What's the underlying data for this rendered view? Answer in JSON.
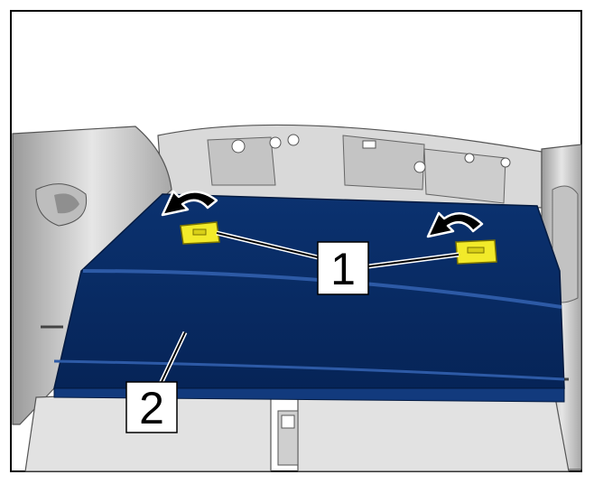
{
  "figure": {
    "callouts": [
      {
        "id": "1",
        "label": "1"
      },
      {
        "id": "2",
        "label": "2"
      }
    ]
  },
  "colors": {
    "panel": "#0a2f6b",
    "panel_highlight": "#1d4a92",
    "clip": "#f2ea2a",
    "trim": "#cfcfcf",
    "arrow": "#000000"
  },
  "icons": [
    "rotate-arrow-icon",
    "clip-icon"
  ]
}
